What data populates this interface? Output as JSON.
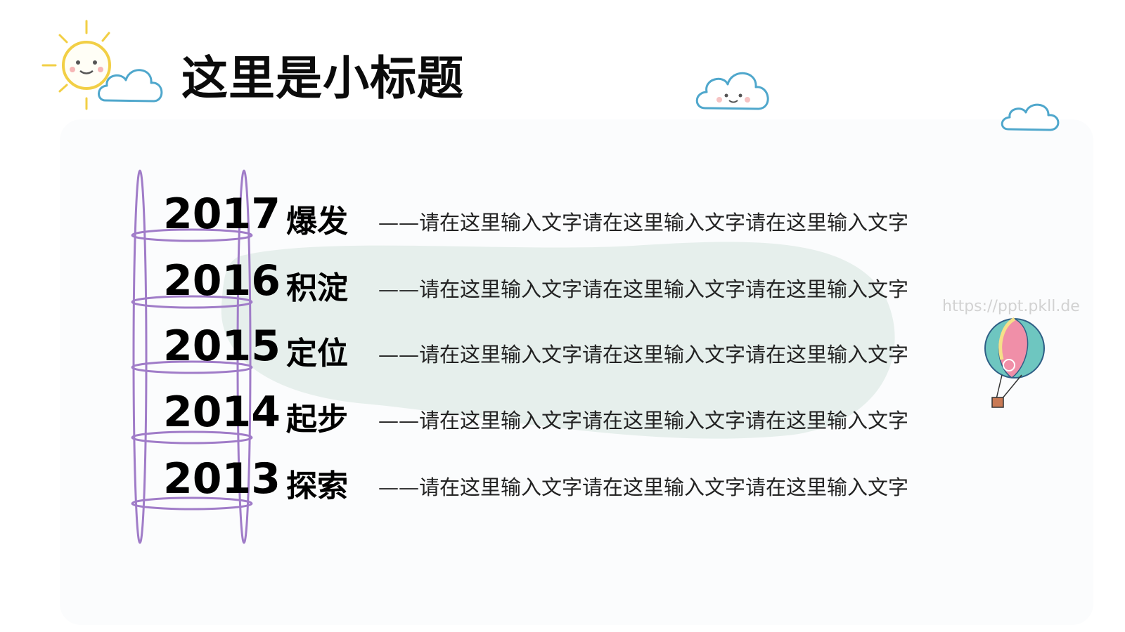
{
  "slide": {
    "title": "这里是小标题",
    "watermark": "https://ppt.pkll.de"
  },
  "timeline": [
    {
      "year": "2017",
      "stage": "爆发",
      "desc": "——请在这里输入文字请在这里输入文字请在这里输入文字"
    },
    {
      "year": "2016",
      "stage": "积淀",
      "desc": "——请在这里输入文字请在这里输入文字请在这里输入文字"
    },
    {
      "year": "2015",
      "stage": "定位",
      "desc": "——请在这里输入文字请在这里输入文字请在这里输入文字"
    },
    {
      "year": "2014",
      "stage": "起步",
      "desc": "——请在这里输入文字请在这里输入文字请在这里输入文字"
    },
    {
      "year": "2013",
      "stage": "探索",
      "desc": "——请在这里输入文字请在这里输入文字请在这里输入文字"
    }
  ],
  "colors": {
    "ladder": "#a07cc8",
    "blob": "#e6efec",
    "cloud_stroke": "#4fa7cc",
    "sun": "#f2cf45"
  },
  "icons": [
    "sun-icon",
    "cloud-icon",
    "hot-air-balloon-icon",
    "ladder-icon"
  ]
}
